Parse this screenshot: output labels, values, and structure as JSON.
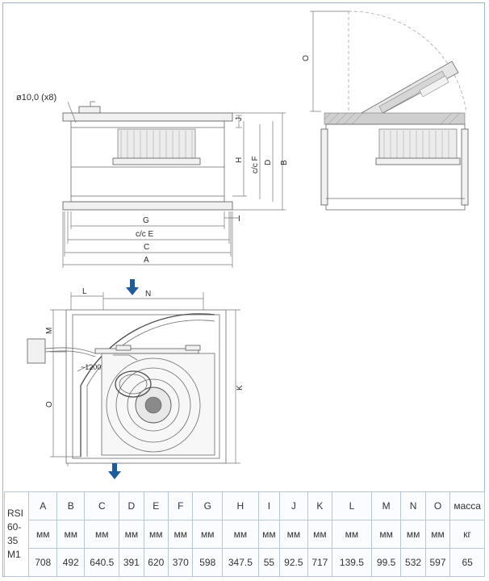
{
  "drawing": {
    "front_view": {
      "hole_label": "ø10,0 (x8)",
      "dims": {
        "J": "J",
        "H": "H",
        "F": "c/c F",
        "D": "D",
        "B": "B",
        "I": "I",
        "G": "G",
        "E": "c/c E",
        "C": "C",
        "A": "A"
      }
    },
    "side_view": {
      "dims": {
        "O": "O"
      }
    },
    "top_view": {
      "dims": {
        "L": "L",
        "N": "N",
        "M": "M",
        "O": "O",
        "K": "K"
      },
      "cable_label": "~1200"
    }
  },
  "table": {
    "model_label": [
      "RSI",
      "60-",
      "35",
      "M1"
    ],
    "headers": [
      "A",
      "B",
      "C",
      "D",
      "E",
      "F",
      "G",
      "H",
      "I",
      "J",
      "K",
      "L",
      "M",
      "N",
      "O",
      "масса"
    ],
    "units": [
      "мм",
      "мм",
      "мм",
      "мм",
      "мм",
      "мм",
      "мм",
      "мм",
      "мм",
      "мм",
      "мм",
      "мм",
      "мм",
      "мм",
      "мм",
      "кг"
    ],
    "values": [
      "708",
      "492",
      "640.5",
      "391",
      "620",
      "370",
      "598",
      "347.5",
      "55",
      "92.5",
      "717",
      "139.5",
      "99.5",
      "532",
      "597",
      "65"
    ]
  },
  "colors": {
    "border": "#9fb6cf",
    "arrow": "#1f5c9e",
    "line": "#6a6a6a"
  },
  "icons": {
    "airflow": "down-arrow-icon"
  }
}
